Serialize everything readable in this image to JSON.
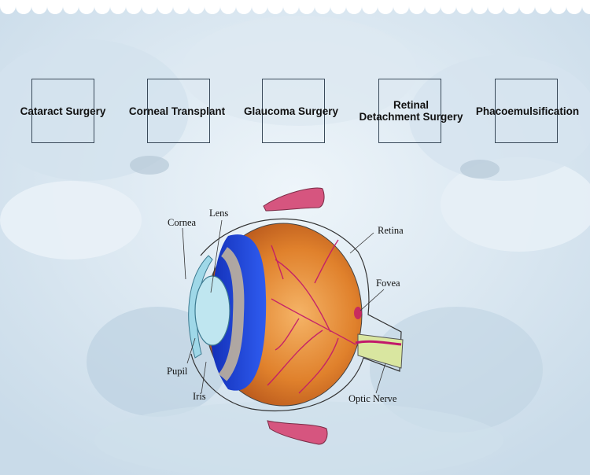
{
  "procedures": [
    {
      "label": "Cataract Surgery"
    },
    {
      "label": "Corneal Transplant"
    },
    {
      "label": "Glaucoma Surgery"
    },
    {
      "label": "Retinal Detachment Surgery",
      "line1": "Retinal",
      "line2": "Detachment Surgery"
    },
    {
      "label": "Phacoemulsification"
    }
  ],
  "eye_labels": {
    "cornea": "Cornea",
    "lens": "Lens",
    "retina": "Retina",
    "fovea": "Fovea",
    "pupil": "Pupil",
    "iris": "Iris",
    "optic_nerve": "Optic Nerve"
  },
  "colors": {
    "background": "#dfeaf3",
    "box_border": "#3a4a5a",
    "sclera_orange": "#d2691e",
    "iris_blue": "#1f3fd0",
    "lens_cyan": "#bfe6f0",
    "muscle_pink": "#d6557f",
    "vessel_magenta": "#c2186b",
    "nerve_green": "#d9e6a0"
  }
}
